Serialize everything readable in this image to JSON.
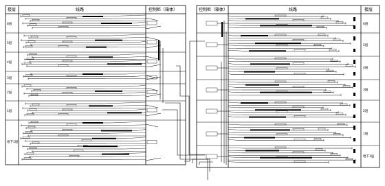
{
  "left_panel": {
    "header_col1": "楼层",
    "header_col2": "线路",
    "header_col3": "控制柜（箱体）",
    "floors": [
      "6层",
      "5层",
      "4层",
      "3层",
      "2层",
      "1层",
      "地下1层"
    ]
  },
  "right_panel": {
    "header_col1": "控制柜（箱体）",
    "header_col2": "线路",
    "header_col3": "楼层",
    "floors": [
      "6层",
      "5层",
      "4层",
      "3层",
      "2层",
      "1层",
      "地下1层"
    ]
  },
  "palette": {
    "line": "#000000",
    "fill": "#000000",
    "background": "#ffffff"
  }
}
